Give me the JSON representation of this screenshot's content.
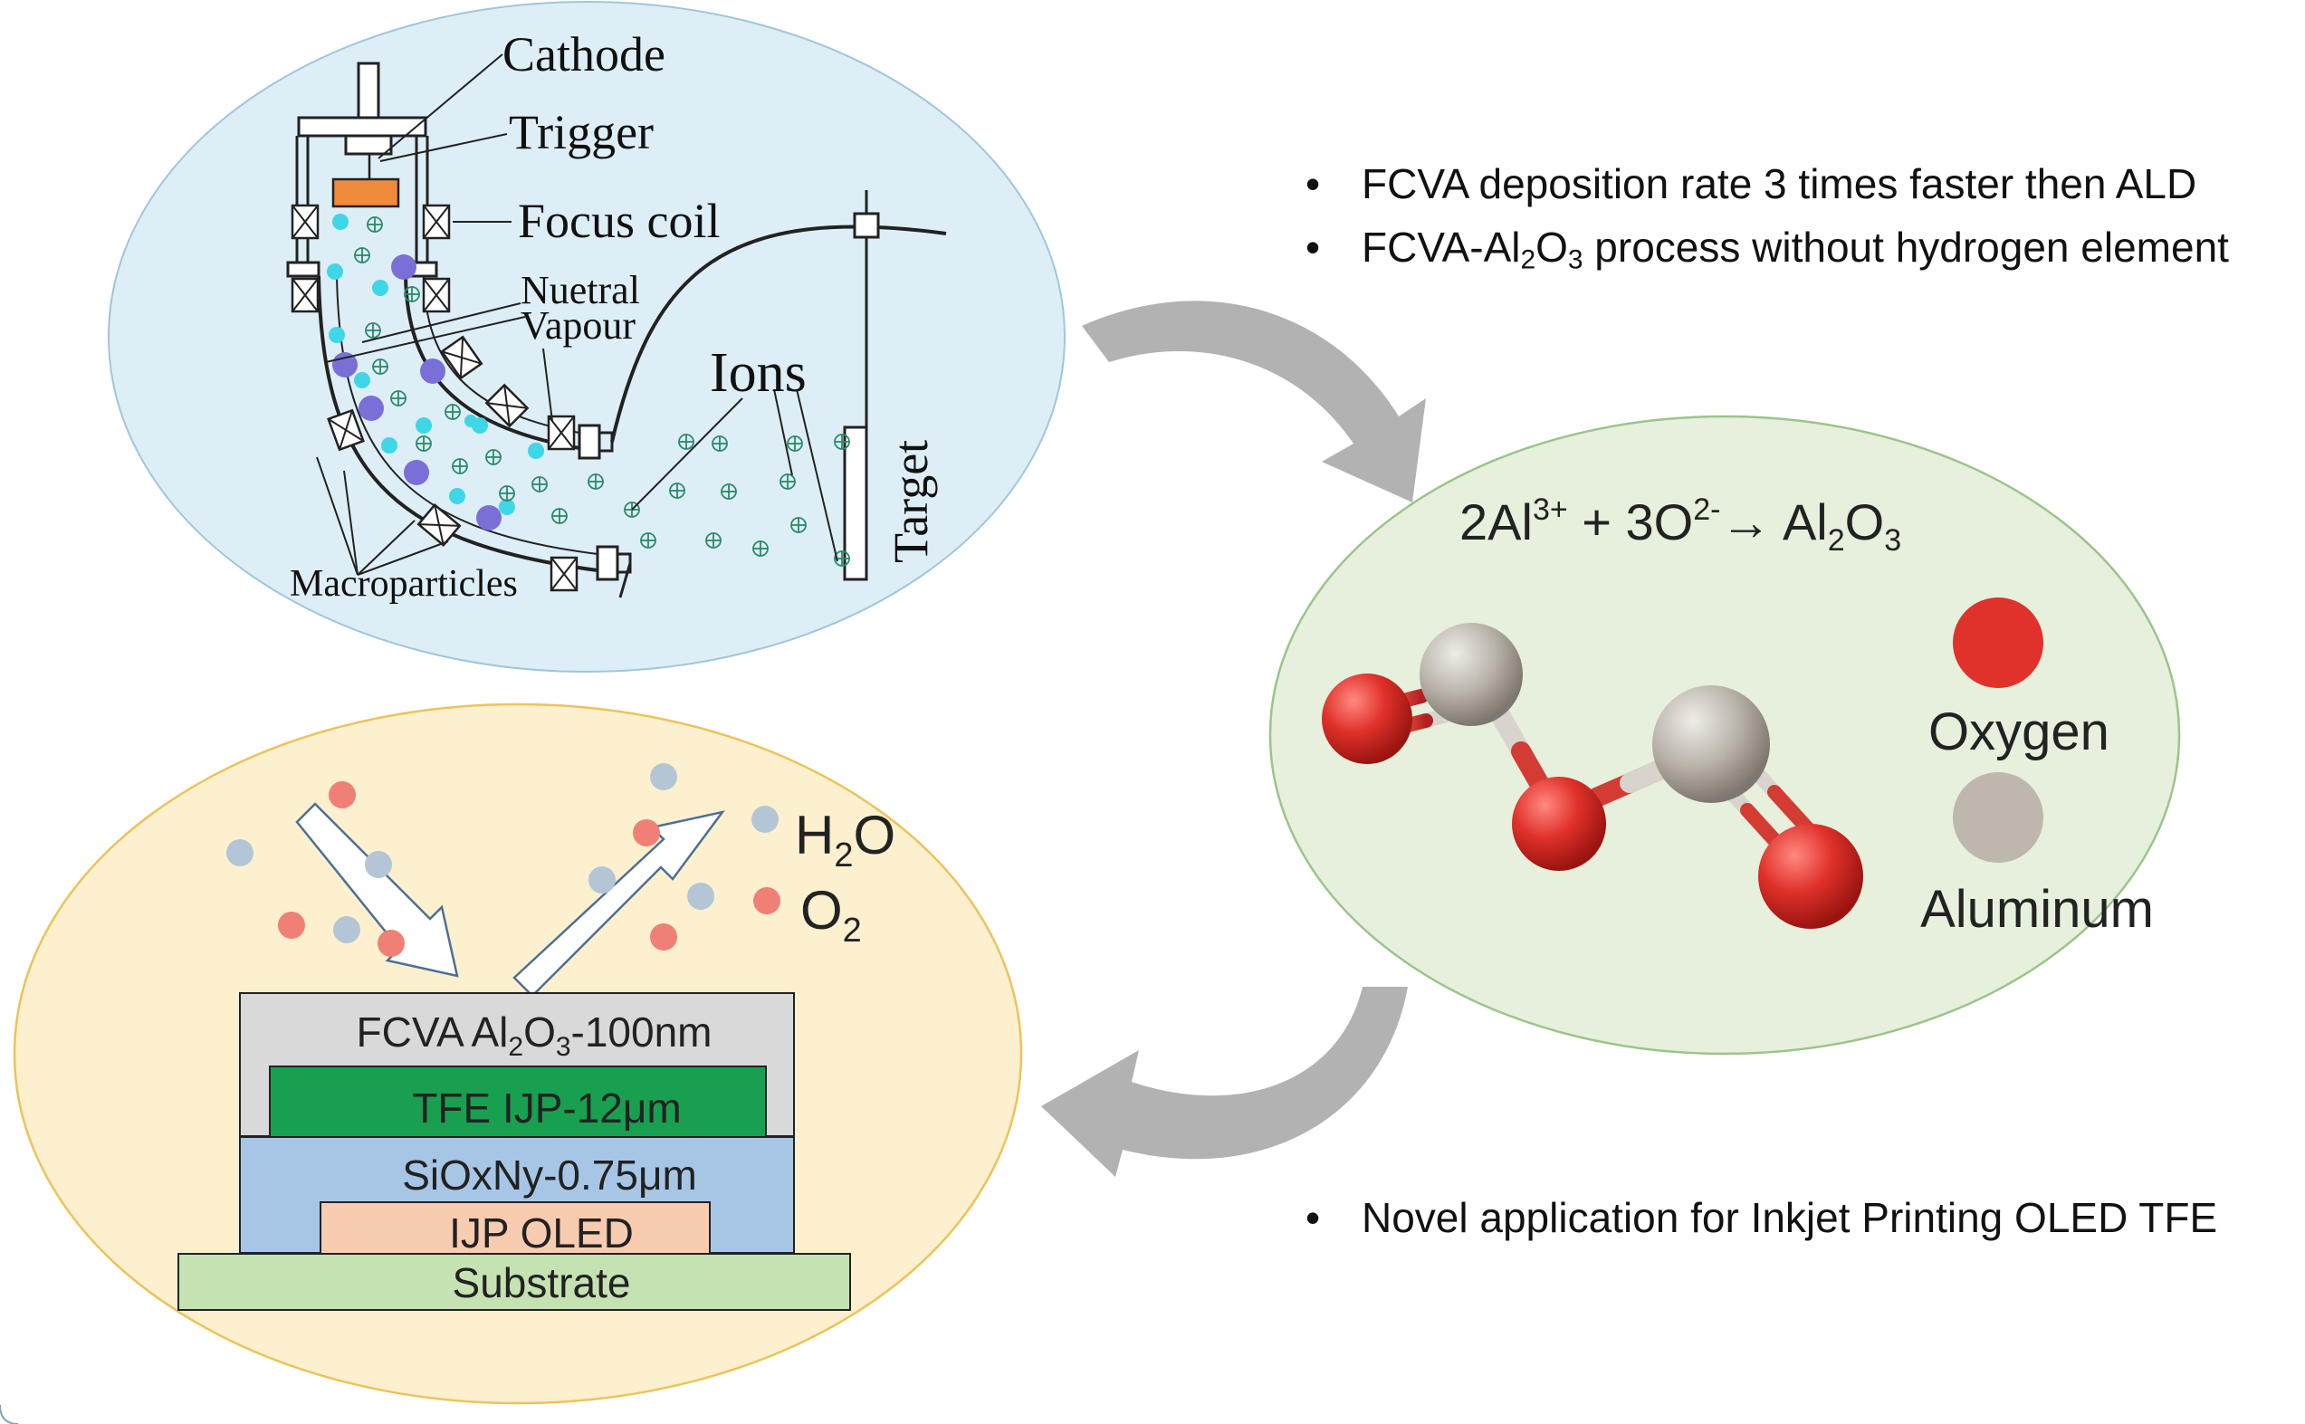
{
  "fcva_diagram": {
    "cathode": "Cathode",
    "trigger": "Trigger",
    "focus_coil": "Focus coil",
    "neutral_line1": "Nuetral",
    "neutral_line2": "Vapour",
    "ions": "Ions",
    "target": "Target",
    "macroparticles": "Macroparticles"
  },
  "bullets_top": {
    "b1": "FCVA deposition rate 3 times faster then ALD",
    "b2_pre": "FCVA-Al",
    "b2_s1": "2",
    "b2_mid": "O",
    "b2_s2": "3",
    "b2_post": " process without hydrogen element"
  },
  "bullets_bottom": {
    "b1": "Novel application for Inkjet Printing OLED TFE"
  },
  "reaction": {
    "p1": "2Al",
    "sup1": "3+",
    "p2": " + 3O",
    "sup2": "2-",
    "arrow": "→ Al",
    "sub1": "2",
    "p3": "O",
    "sub2": "3"
  },
  "legend": {
    "oxygen": "Oxygen",
    "aluminum": "Aluminum",
    "oxygen_color": "#e0312a",
    "aluminum_color": "#bdb7ae"
  },
  "gases": {
    "h2o_h": "H",
    "h2o_sub": "2",
    "h2o_o": "O",
    "o2_o": "O",
    "o2_sub": "2"
  },
  "stack": {
    "fcva_pre": "FCVA Al",
    "fcva_s1": "2",
    "fcva_mid": "O",
    "fcva_s2": "3",
    "fcva_post": "-100nm",
    "tfe": "TFE IJP-12μm",
    "sioxny": "SiOxNy-0.75μm",
    "ijp_oled": "IJP OLED",
    "substrate": "Substrate"
  }
}
